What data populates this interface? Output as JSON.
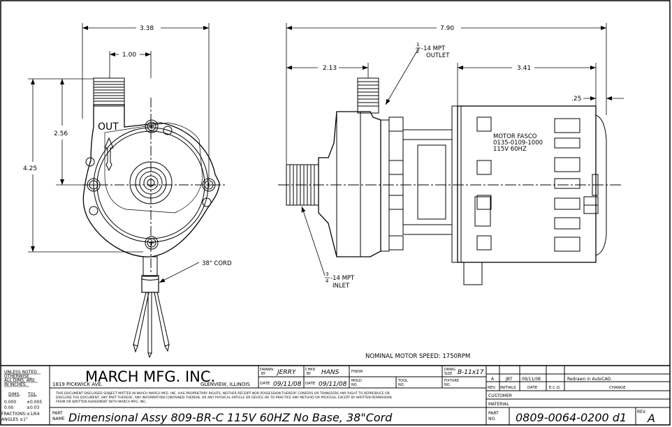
{
  "dims": {
    "front_width": "3.38",
    "front_offset": "1.00",
    "front_outlet_height": "2.56",
    "front_height": "4.25",
    "side_overall": "7.90",
    "side_outlet": "2.13",
    "side_motor": "3.41",
    "side_shaft": ".25"
  },
  "callouts": {
    "outlet_1": "1",
    "outlet_2": "2",
    "outlet_3": "-14 MPT",
    "outlet_4": "OUTLET",
    "inlet_1": "3",
    "inlet_2": "4",
    "inlet_3": "-14 MPT",
    "inlet_4": "INLET",
    "cord": "38\" CORD",
    "out_label": "OUT",
    "motor_line1": "MOTOR FASCO",
    "motor_line2": "0135-0109-1000",
    "motor_line3": "115V 60HZ",
    "motor_speed": "NOMINAL MOTOR SPEED: 1750RPM"
  },
  "titleblock": {
    "tol_line1": "UNLESS NOTED",
    "tol_line2": "OTHERWISE",
    "tol_line3": "ALL DIMS. ARE",
    "tol_line4": "IN INCHES.",
    "tol_dims": "DIMS.",
    "tol_tol": "TOL.",
    "tol_r1a": "0.000",
    "tol_r1b": "±0.005",
    "tol_r2a": "0.00",
    "tol_r2b": "±0.03",
    "tol_r3": "FRACTIONS:±1/64",
    "tol_r4": "ANGLES  ±1°",
    "company": "MARCH MFG. INC.",
    "address": "1819 PICKWICK AVE.",
    "city": "GLENVIEW, ILLINOIS",
    "disclaimer1": "THIS DOCUMENT DISCLOSED SUBJECT MATTER IN WHICH MARCH MFG. INC. HAS PROPRIETARY RIGHTS, NEITHER RECEIPT NOR POSSESSION THEREOF CONFERS OR TRANSFERS ANY RIGHT TO REPRODUCE OR",
    "disclaimer2": "DISCLOSE THE DOCUMENT, ANY PART THEREOF, ANY INFORMATION CONTAINED THEREIN, OR ANY PHYSICAL ARTICLE OR DEVICE OR TO PRACTICE ANY METHOD OR PROCESS, EXCEPT BY WRITTEN PERMISSION",
    "disclaimer3": "FROM OR WRITTEN AGREEMENT WITH MARCH MFG. INC.",
    "drawn_label1": "DRAWN",
    "drawn_label2": "BY",
    "drawn_by": "JERRY",
    "chkd_label1": "CHKD",
    "chkd_label2": "BY",
    "chkd_by": "HANS",
    "finish_label": "FINISH",
    "drwg_label1": "DRWG",
    "drwg_label2": "SIZE",
    "drwg_size": "B-11x17",
    "date_label": "DATE",
    "date1": "09/11/08",
    "date2": "09/11/08",
    "mold_label1": "MOLD",
    "mold_label2": "NO.",
    "tool_label1": "TOOL",
    "tool_label2": "NO.",
    "fixture_label1": "FIXTURE",
    "fixture_label2": "NO.",
    "rev_row_rev": "A",
    "rev_row_initials": "JBT",
    "rev_row_date": "09/11/08",
    "rev_row_change": "Redrawn in AutoCAD.",
    "rev_hdr_rev": "REV.",
    "rev_hdr_initials": "INITIALS",
    "rev_hdr_date": "DATE",
    "rev_hdr_eco": "E.C.O.",
    "rev_hdr_change": "CHANGE",
    "customer_label": "CUSTOMER",
    "material_label": "MATERIAL",
    "part_name_label1": "PART",
    "part_name_label2": "NAME",
    "part_name": "Dimensional Assy 809-BR-C 115V 60HZ No Base, 38\"Cord",
    "part_no_label1": "PART",
    "part_no_label2": "NO.",
    "part_no": "0809-0064-0200 d1",
    "rev_label": "REV.",
    "rev_value": "A"
  }
}
